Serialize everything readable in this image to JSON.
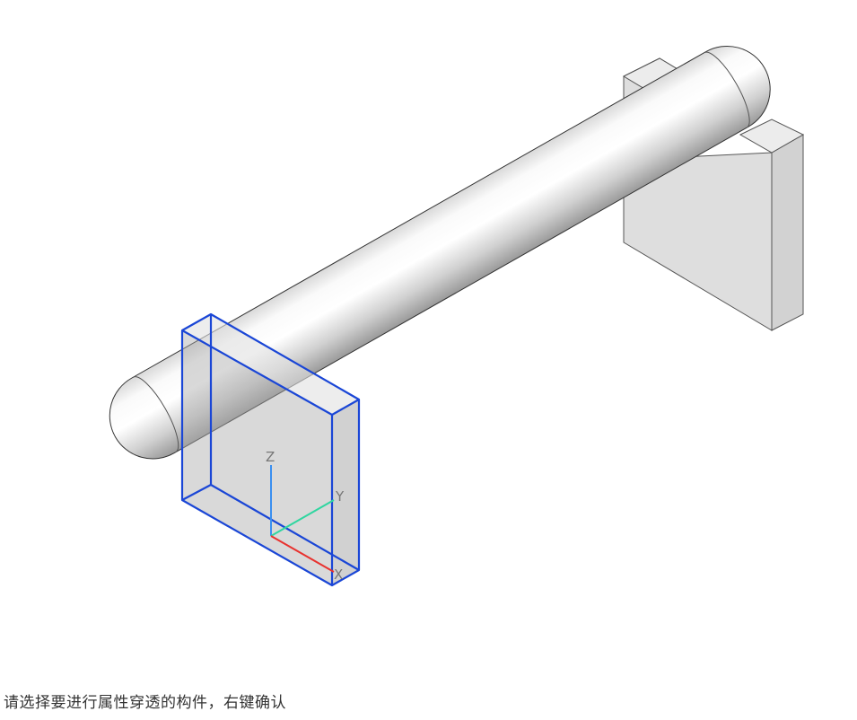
{
  "viewport": {
    "axes": {
      "x_label": "X",
      "y_label": "Y",
      "z_label": "Z"
    },
    "colors": {
      "selection": "#1a46d6",
      "x_axis": "#e8322f",
      "y_axis": "#2fd6a0",
      "z_axis": "#3a8ff0"
    }
  },
  "command_prompt": "请选择要进行属性穿透的构件，右键确认"
}
